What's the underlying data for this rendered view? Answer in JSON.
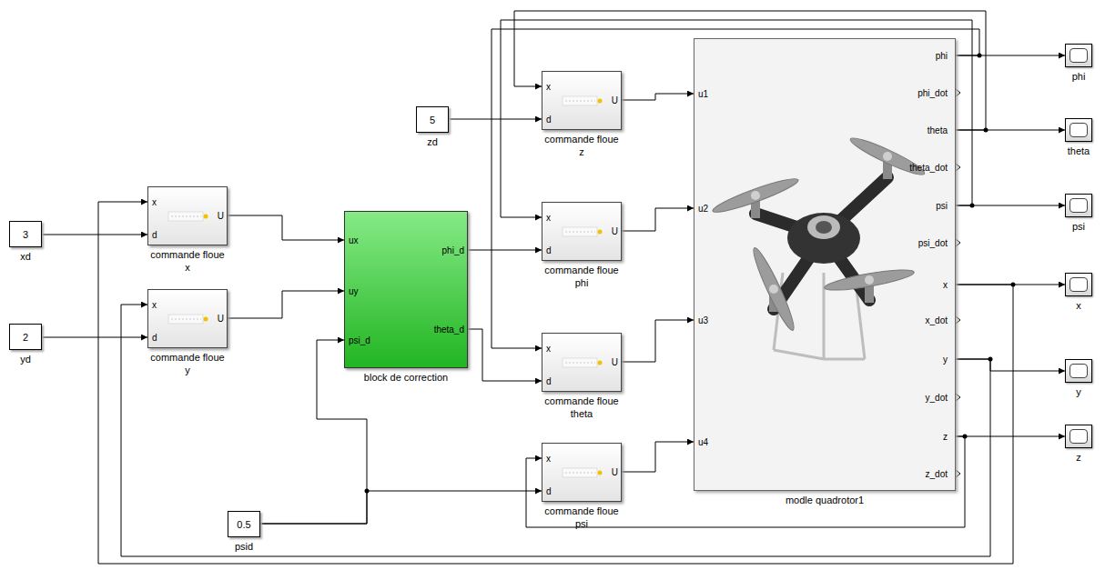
{
  "diagram": {
    "nodes": [
      {
        "text": [
          "3",
          "xd"
        ]
      },
      {
        "text": [
          "2",
          "yd"
        ]
      },
      {
        "text": [
          "x",
          "d",
          "U",
          "commande floue x"
        ]
      },
      {
        "text": [
          "x",
          "d",
          "U",
          "commande floue y"
        ]
      },
      {
        "text": [
          "ux",
          "uy",
          "psi_d",
          "phi_d",
          "theta_d",
          "block de correction"
        ]
      },
      {
        "text": [
          "5",
          "zd"
        ]
      },
      {
        "text": [
          "x",
          "d",
          "U",
          "commande floue z"
        ]
      },
      {
        "text": [
          "x",
          "d",
          "U",
          "commande floue phi"
        ]
      },
      {
        "text": [
          "x",
          "d",
          "U",
          "commande floue theta"
        ]
      },
      {
        "text": [
          "x",
          "d",
          "U",
          "commande floue psi"
        ]
      },
      {
        "text": [
          "0.5",
          "psid"
        ]
      },
      {
        "text": [
          "u1",
          "u2",
          "u3",
          "u4",
          "phi",
          "phi_dot",
          "theta",
          "theta_dot",
          "psi",
          "psi_dot",
          "x",
          "x_dot",
          "y",
          "y_dot",
          "z",
          "z_dot",
          "modle quadrotor1"
        ]
      },
      {
        "text": [
          "phi"
        ]
      },
      {
        "text": [
          "theta"
        ]
      },
      {
        "text": [
          "psi"
        ]
      },
      {
        "text": [
          "x"
        ]
      },
      {
        "text": [
          "y"
        ]
      },
      {
        "text": [
          "z"
        ]
      }
    ],
    "edges": [
      {
        "from": 0,
        "to": 2,
        "arrow": "to"
      },
      {
        "from": 1,
        "to": 3,
        "arrow": "to"
      },
      {
        "from": 2,
        "to": 4,
        "arrow": "to"
      },
      {
        "from": 3,
        "to": 4,
        "arrow": "to"
      },
      {
        "from": 10,
        "to": 4,
        "arrow": "to"
      },
      {
        "from": 10,
        "to": 9,
        "arrow": "to"
      },
      {
        "from": 4,
        "to": 7,
        "arrow": "to"
      },
      {
        "from": 4,
        "to": 8,
        "arrow": "to"
      },
      {
        "from": 5,
        "to": 6,
        "arrow": "to"
      },
      {
        "from": 6,
        "to": 11,
        "arrow": "to"
      },
      {
        "from": 7,
        "to": 11,
        "arrow": "to"
      },
      {
        "from": 8,
        "to": 11,
        "arrow": "to"
      },
      {
        "from": 9,
        "to": 11,
        "arrow": "to"
      },
      {
        "from": 11,
        "to": 12,
        "arrow": "to"
      },
      {
        "from": 11,
        "to": 13,
        "arrow": "to"
      },
      {
        "from": 11,
        "to": 14,
        "arrow": "to"
      },
      {
        "from": 11,
        "to": 15,
        "arrow": "to"
      },
      {
        "from": 11,
        "to": 16,
        "arrow": "to"
      },
      {
        "from": 11,
        "to": 17,
        "arrow": "to"
      },
      {
        "from": 11,
        "to": 6,
        "arrow": "to"
      },
      {
        "from": 11,
        "to": 7,
        "arrow": "to"
      },
      {
        "from": 11,
        "to": 8,
        "arrow": "to"
      },
      {
        "from": 11,
        "to": 9,
        "arrow": "to"
      },
      {
        "from": 11,
        "to": 2,
        "arrow": "to"
      },
      {
        "from": 11,
        "to": 3,
        "arrow": "to"
      }
    ]
  }
}
